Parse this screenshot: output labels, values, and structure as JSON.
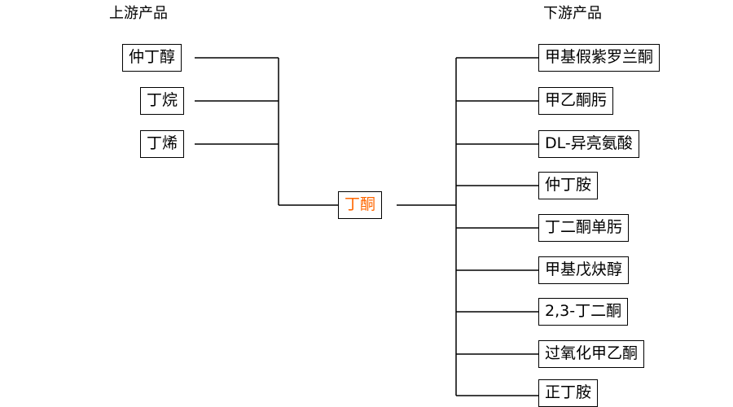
{
  "headings": {
    "upstream": "上游产品",
    "downstream": "下游产品"
  },
  "center": {
    "label": "丁酮",
    "color": "#FF6600"
  },
  "upstream": [
    "仲丁醇",
    "丁烷",
    "丁烯"
  ],
  "downstream": [
    "甲基假紫罗兰酮",
    "甲乙酮肟",
    "DL-异亮氨酸",
    "仲丁胺",
    "丁二酮单肟",
    "甲基戊炔醇",
    "2,3-丁二酮",
    "过氧化甲乙酮",
    "正丁胺"
  ],
  "line_color": "#000000"
}
